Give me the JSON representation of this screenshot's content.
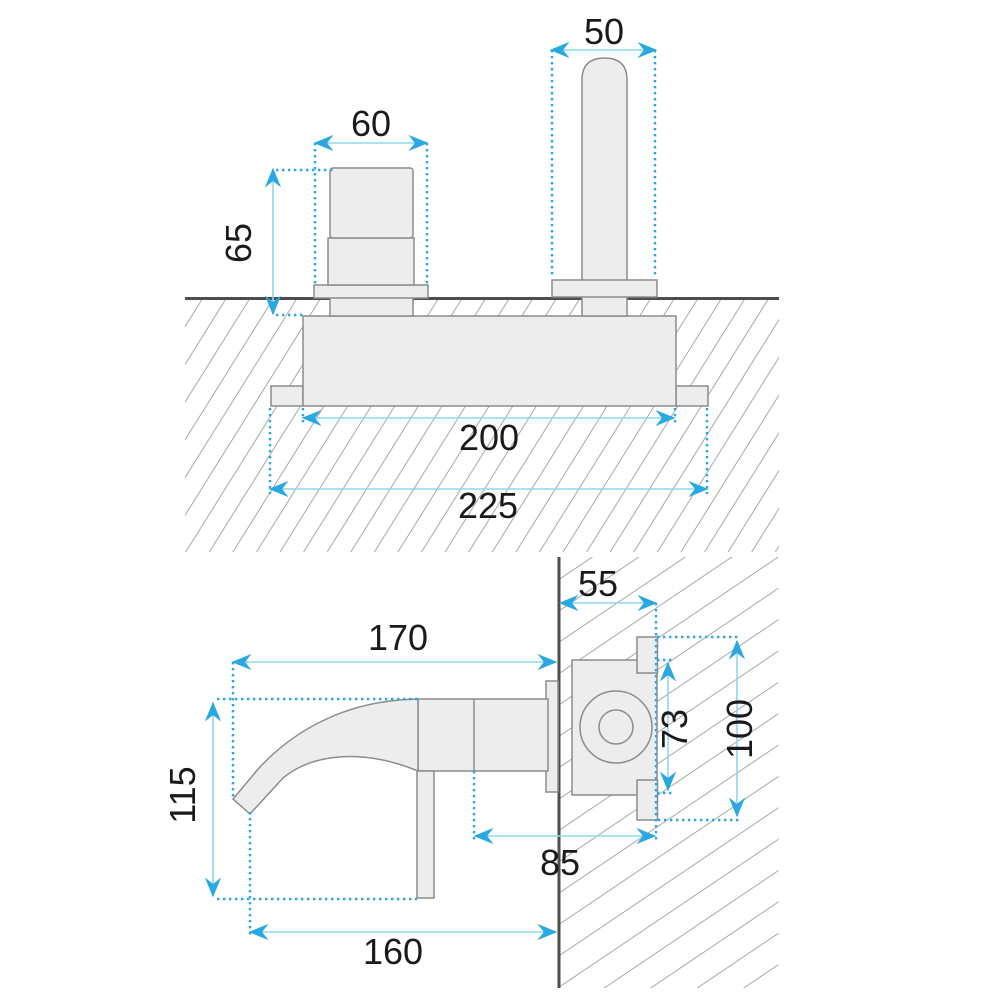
{
  "drawing": {
    "type": "technical-dimension-diagram",
    "subject": "wall-mounted-basin-mixer",
    "views": {
      "front": {
        "name": "front-elevation",
        "dims": {
          "handle_width": "60",
          "spout_base_width": "50",
          "handle_height": "65",
          "body_width": "200",
          "overall_width": "225"
        }
      },
      "side": {
        "name": "side-elevation",
        "dims": {
          "spout_reach": "170",
          "wall_inset": "55",
          "valve_body_height": "73",
          "rough_in_height": "100",
          "valve_depth_to_lever": "85",
          "overall_height": "115",
          "outlet_reach": "160"
        }
      }
    },
    "colors": {
      "background": "#FFFFFF",
      "dimension_accent": "#2AA9E0",
      "dimension_line": "#90D5F2",
      "part_fill": "#EDEDED",
      "part_outline": "#8C8C8C",
      "wall_line": "#4D4D4D",
      "hatch_line": "#A8A8A8",
      "label_text": "#1A1A1A"
    }
  }
}
